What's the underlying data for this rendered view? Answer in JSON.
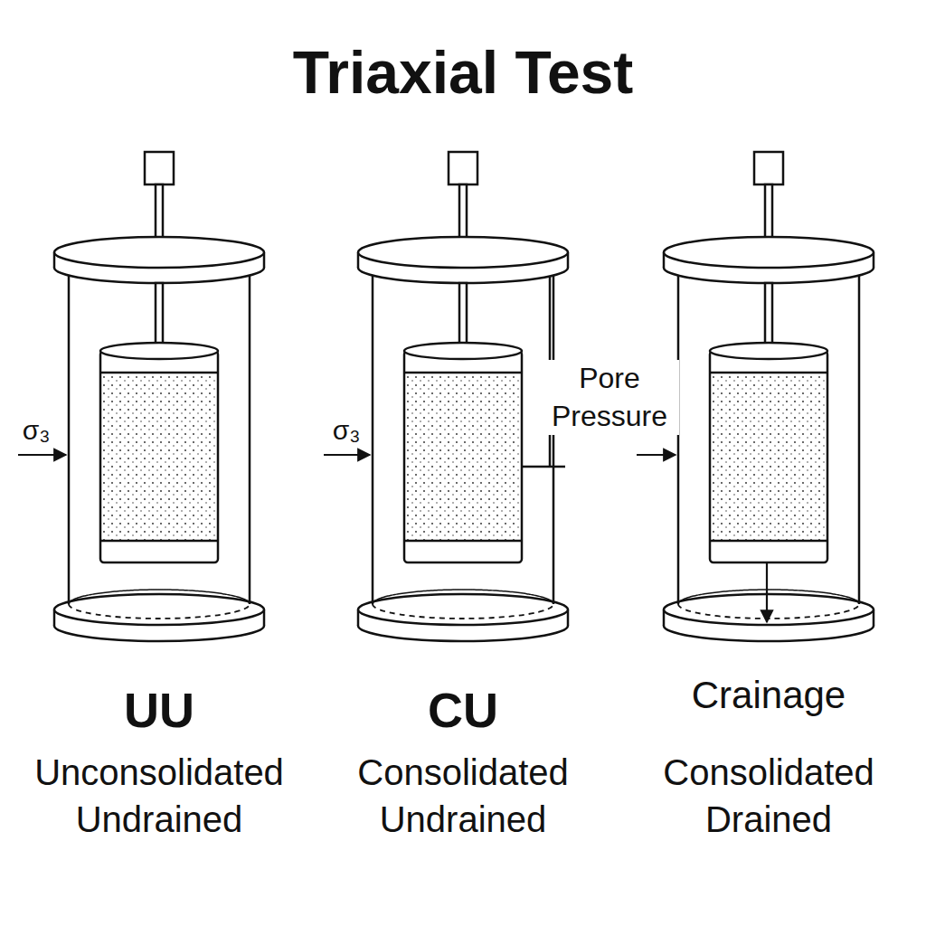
{
  "diagram": {
    "title": "Triaxial Test",
    "labels": [
      "σ₃",
      "σ₃",
      "Pore Pressure",
      "UU",
      "Unconsolidated Undrained",
      "CU",
      "Consolidated Undrained",
      "Crainage",
      "Consolidated Drained"
    ]
  }
}
